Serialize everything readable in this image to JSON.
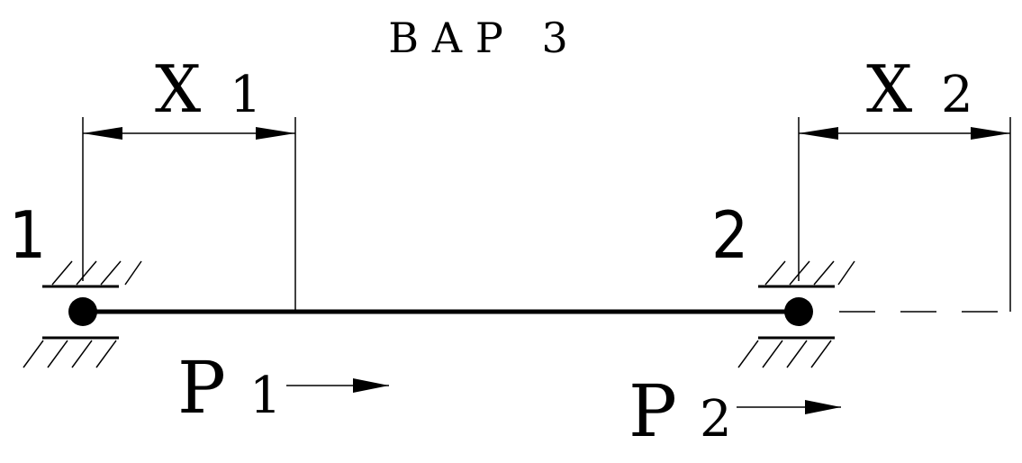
{
  "title": "ВАР 3",
  "dimensions": {
    "x1_label": "X1_main",
    "x2_label": "X2_main"
  },
  "labels": {
    "x1_letter": "X",
    "x1_index": "1",
    "x2_letter": "X",
    "x2_index": "2",
    "node1": "1",
    "node2": "2",
    "p1_letter": "P",
    "p1_index": "1",
    "p2_letter": "P",
    "p2_index": "2"
  }
}
